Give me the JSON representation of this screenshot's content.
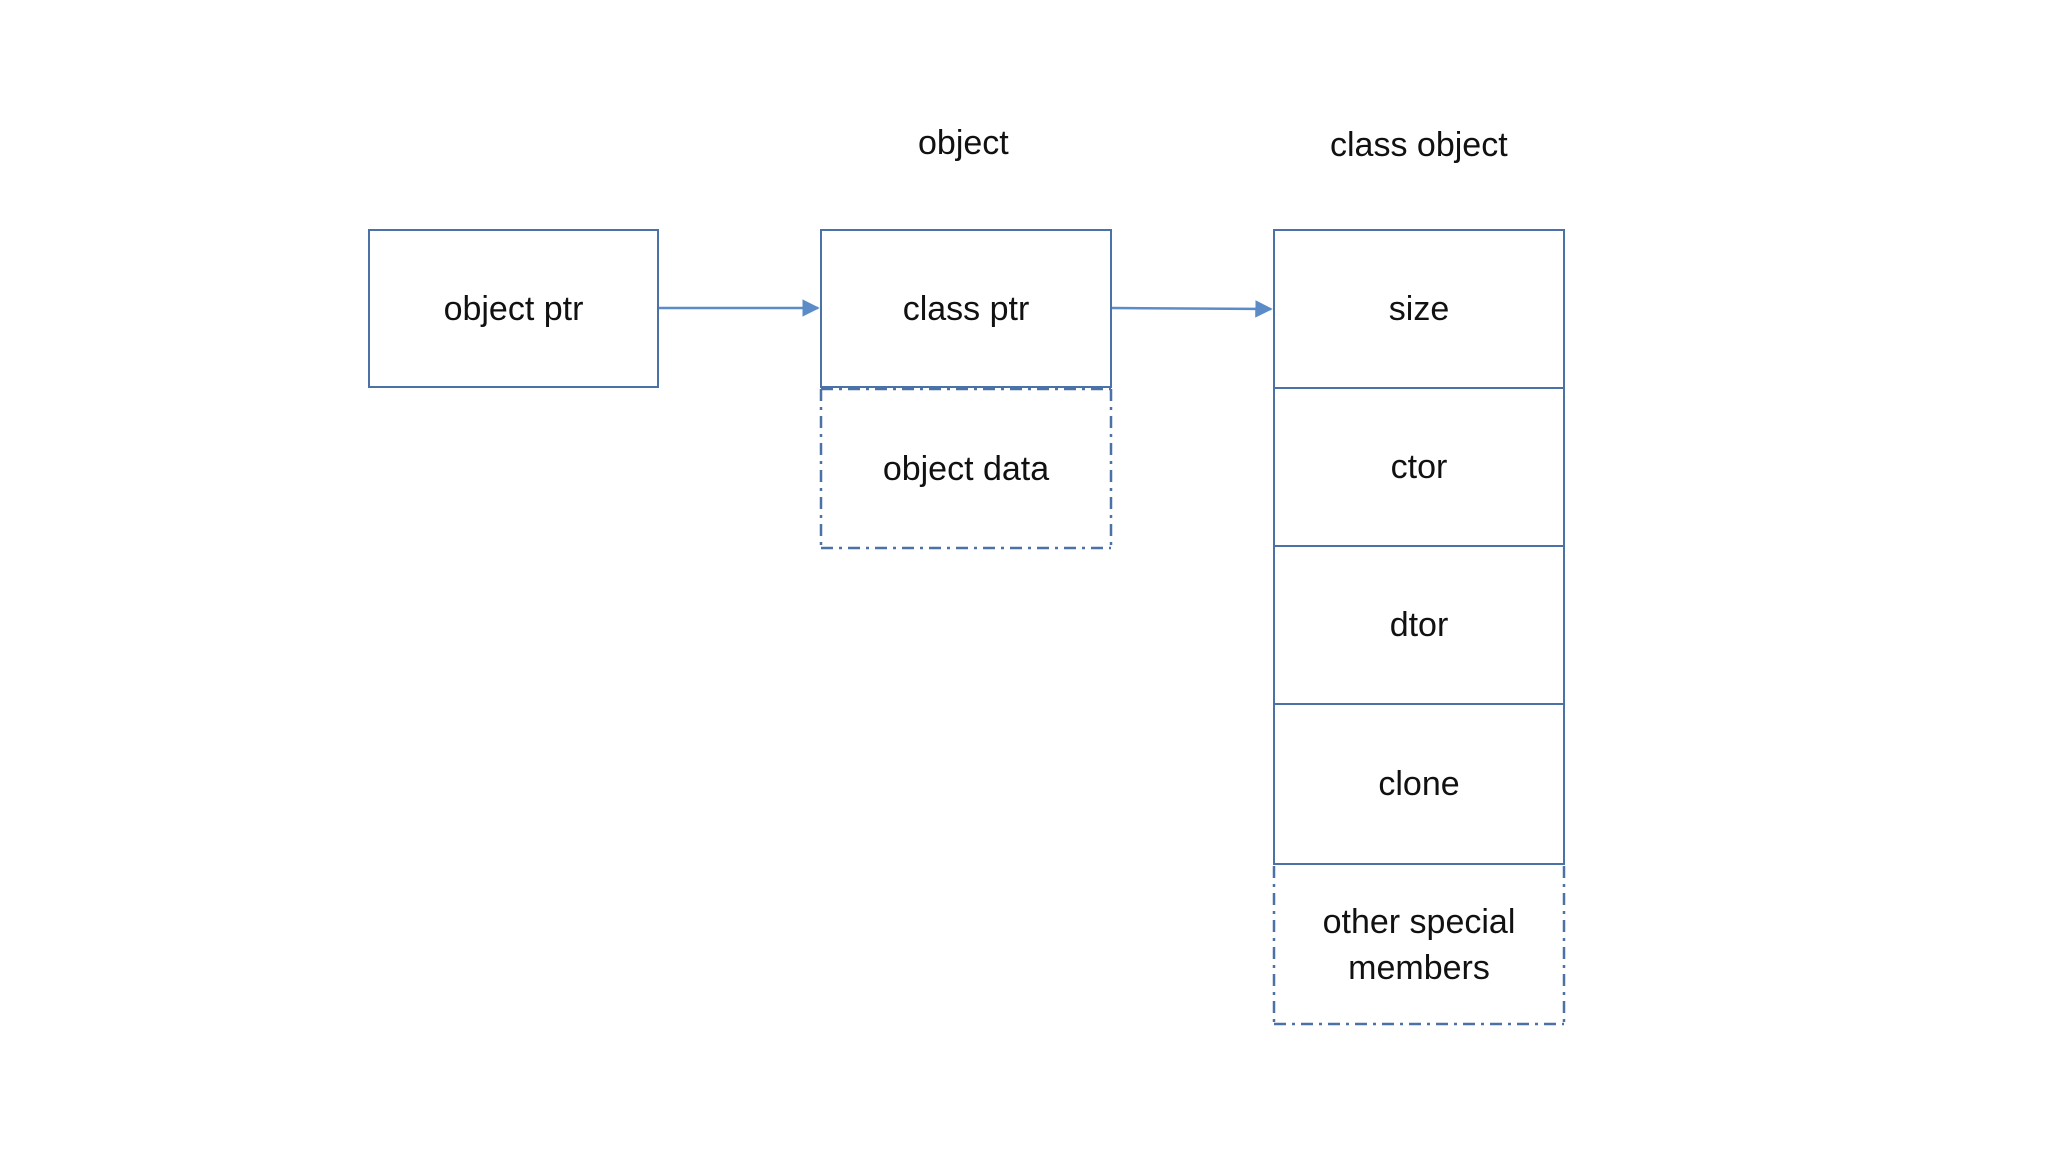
{
  "headers": {
    "object": "object",
    "class_object": "class object"
  },
  "boxes": {
    "object_ptr": "object ptr",
    "class_ptr": "class ptr",
    "object_data": "object data",
    "size": "size",
    "ctor": "ctor",
    "dtor": "dtor",
    "clone": "clone",
    "other_special_members": "other special members"
  },
  "colors": {
    "box_border": "#4a72a6",
    "arrow": "#5b8cc7",
    "text": "#111111"
  }
}
